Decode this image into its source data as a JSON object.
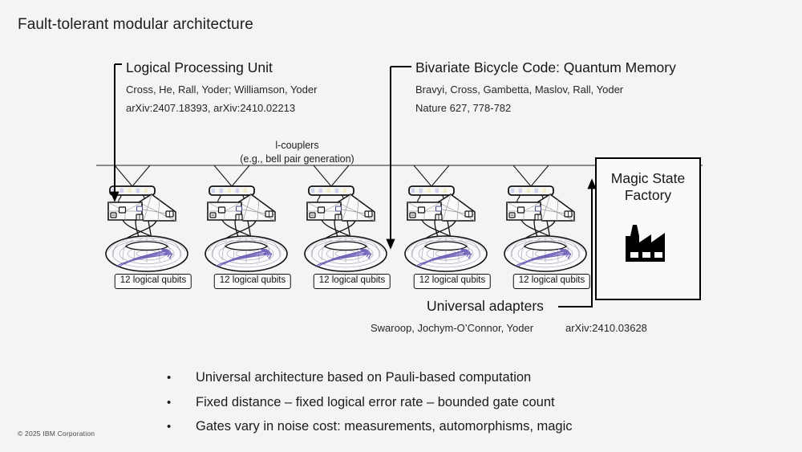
{
  "slide": {
    "title": "Fault-tolerant modular architecture",
    "background_color": "#f4f4f4",
    "accent_color": "#6b5bb5",
    "copyright": "© 2025 IBM Corporation"
  },
  "annotations": {
    "logical_processing_unit": {
      "heading": "Logical Processing Unit",
      "authors": "Cross, He, Rall, Yoder; Williamson, Yoder",
      "reference": "arXiv:2407.18393, arXiv:2410.02213"
    },
    "bivariate_bicycle_code": {
      "heading": "Bivariate Bicycle Code: Quantum Memory",
      "authors": "Bravyi, Cross, Gambetta, Maslov, Rall, Yoder",
      "reference": "Nature 627, 778-782"
    },
    "universal_adapters": {
      "heading": "Universal adapters",
      "authors": "Swaroop, Jochym-O’Connor, Yoder",
      "reference": "arXiv:2410.03628"
    },
    "couplers": {
      "line1": "l-couplers",
      "line2": "(e.g., bell pair generation)"
    }
  },
  "magic_state_factory": {
    "title_line1": "Magic State",
    "title_line2": "Factory",
    "icon": "factory-icon"
  },
  "modules": [
    {
      "label": "12 logical qubits"
    },
    {
      "label": "12 logical qubits"
    },
    {
      "label": "12 logical qubits"
    },
    {
      "label": "12 logical qubits"
    },
    {
      "label": "12 logical qubits"
    }
  ],
  "bullets": [
    {
      "marker": "•",
      "text": "Universal architecture based on Pauli-based computation"
    },
    {
      "marker": "•",
      "text": "Fixed distance – fixed logical error rate – bounded gate count"
    },
    {
      "marker": "•",
      "text": "Gates vary in noise cost: measurements, automorphisms, magic"
    }
  ]
}
